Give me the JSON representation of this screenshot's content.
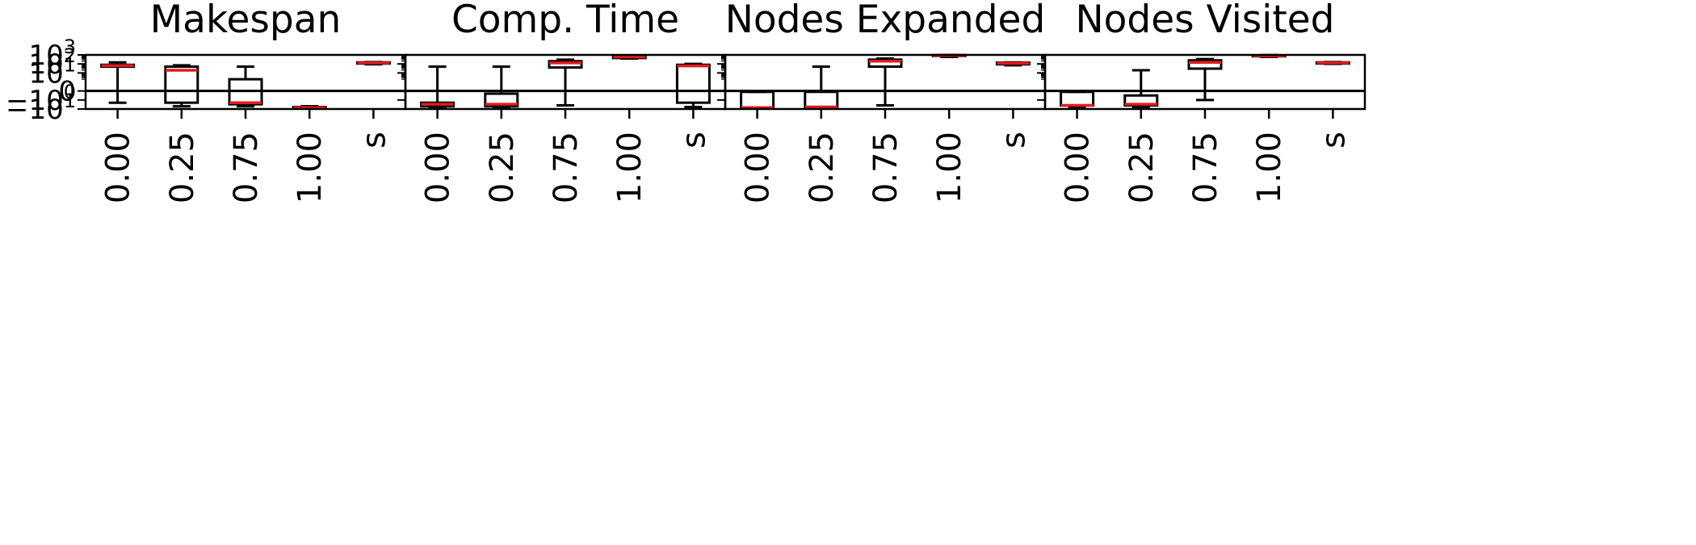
{
  "chart_data": {
    "type": "box",
    "y_scale": "symlog",
    "ylim": [
      -10,
      1000
    ],
    "y_ticks": [
      {
        "value": 1000,
        "base": "10",
        "exp": "3"
      },
      {
        "value": 100,
        "base": "10",
        "exp": "2"
      },
      {
        "value": 10,
        "base": "10",
        "exp": "1"
      },
      {
        "value": 0,
        "base": "0",
        "exp": ""
      },
      {
        "value": -1,
        "base": "−10",
        "exp": "0"
      },
      {
        "value": -10,
        "base": "−10",
        "exp": "1"
      }
    ],
    "categories": [
      "0.00",
      "0.25",
      "0.75",
      "1.00",
      "s"
    ],
    "panels": [
      {
        "title": "Makespan",
        "boxes": [
          {
            "whislo": -2,
            "q1": 50,
            "med": 65,
            "q3": 80,
            "whishi": 150
          },
          {
            "whislo": -5,
            "q1": -2,
            "med": 20,
            "q3": 50,
            "whishi": 70
          },
          {
            "whislo": -5,
            "q1": -3,
            "med": -2,
            "q3": 2,
            "whishi": 50
          },
          {
            "whislo": -5,
            "q1": -7,
            "med": -7,
            "q3": -6,
            "whishi": -5
          },
          {
            "whislo": 90,
            "q1": 110,
            "med": 130,
            "q3": 150,
            "whishi": 160
          }
        ]
      },
      {
        "title": "Comp. Time",
        "boxes": [
          {
            "whislo": -8,
            "q1": -5,
            "med": -3,
            "q3": -2,
            "whishi": 50
          },
          {
            "whislo": -6,
            "q1": -5,
            "med": -3,
            "q3": -0.3,
            "whishi": 50
          },
          {
            "whislo": -4,
            "q1": 40,
            "med": 130,
            "q3": 200,
            "whishi": 300
          },
          {
            "whislo": 400,
            "q1": 450,
            "med": 600,
            "q3": 800,
            "whishi": 900
          },
          {
            "whislo": -6,
            "q1": -2,
            "med": 60,
            "q3": 80,
            "whishi": 100
          }
        ]
      },
      {
        "title": "Nodes Expanded",
        "boxes": [
          {
            "whislo": -7,
            "q1": -7,
            "med": -7,
            "q3": -0.1,
            "whishi": -0.1
          },
          {
            "whislo": -7,
            "q1": -6,
            "med": -6,
            "q3": -0.1,
            "whishi": 50
          },
          {
            "whislo": -4,
            "q1": 50,
            "med": 200,
            "q3": 300,
            "whishi": 400
          },
          {
            "whislo": 600,
            "q1": 800,
            "med": 900,
            "q3": 950,
            "whishi": 1000
          },
          {
            "whislo": 70,
            "q1": 90,
            "med": 120,
            "q3": 140,
            "whishi": 150
          }
        ]
      },
      {
        "title": "Nodes Visited",
        "boxes": [
          {
            "whislo": -6,
            "q1": -4,
            "med": -4,
            "q3": -0.1,
            "whishi": -0.1
          },
          {
            "whislo": -6,
            "q1": -4,
            "med": -3,
            "q3": -0.5,
            "whishi": 20
          },
          {
            "whislo": -1,
            "q1": 30,
            "med": 150,
            "q3": 250,
            "whishi": 350
          },
          {
            "whislo": 600,
            "q1": 700,
            "med": 800,
            "q3": 900,
            "whishi": 950
          },
          {
            "whislo": 100,
            "q1": 110,
            "med": 130,
            "q3": 150,
            "whishi": 160
          }
        ]
      }
    ],
    "colors": {
      "box": "#000000",
      "median": "#e31a1c",
      "zero_line": "#000000"
    }
  }
}
